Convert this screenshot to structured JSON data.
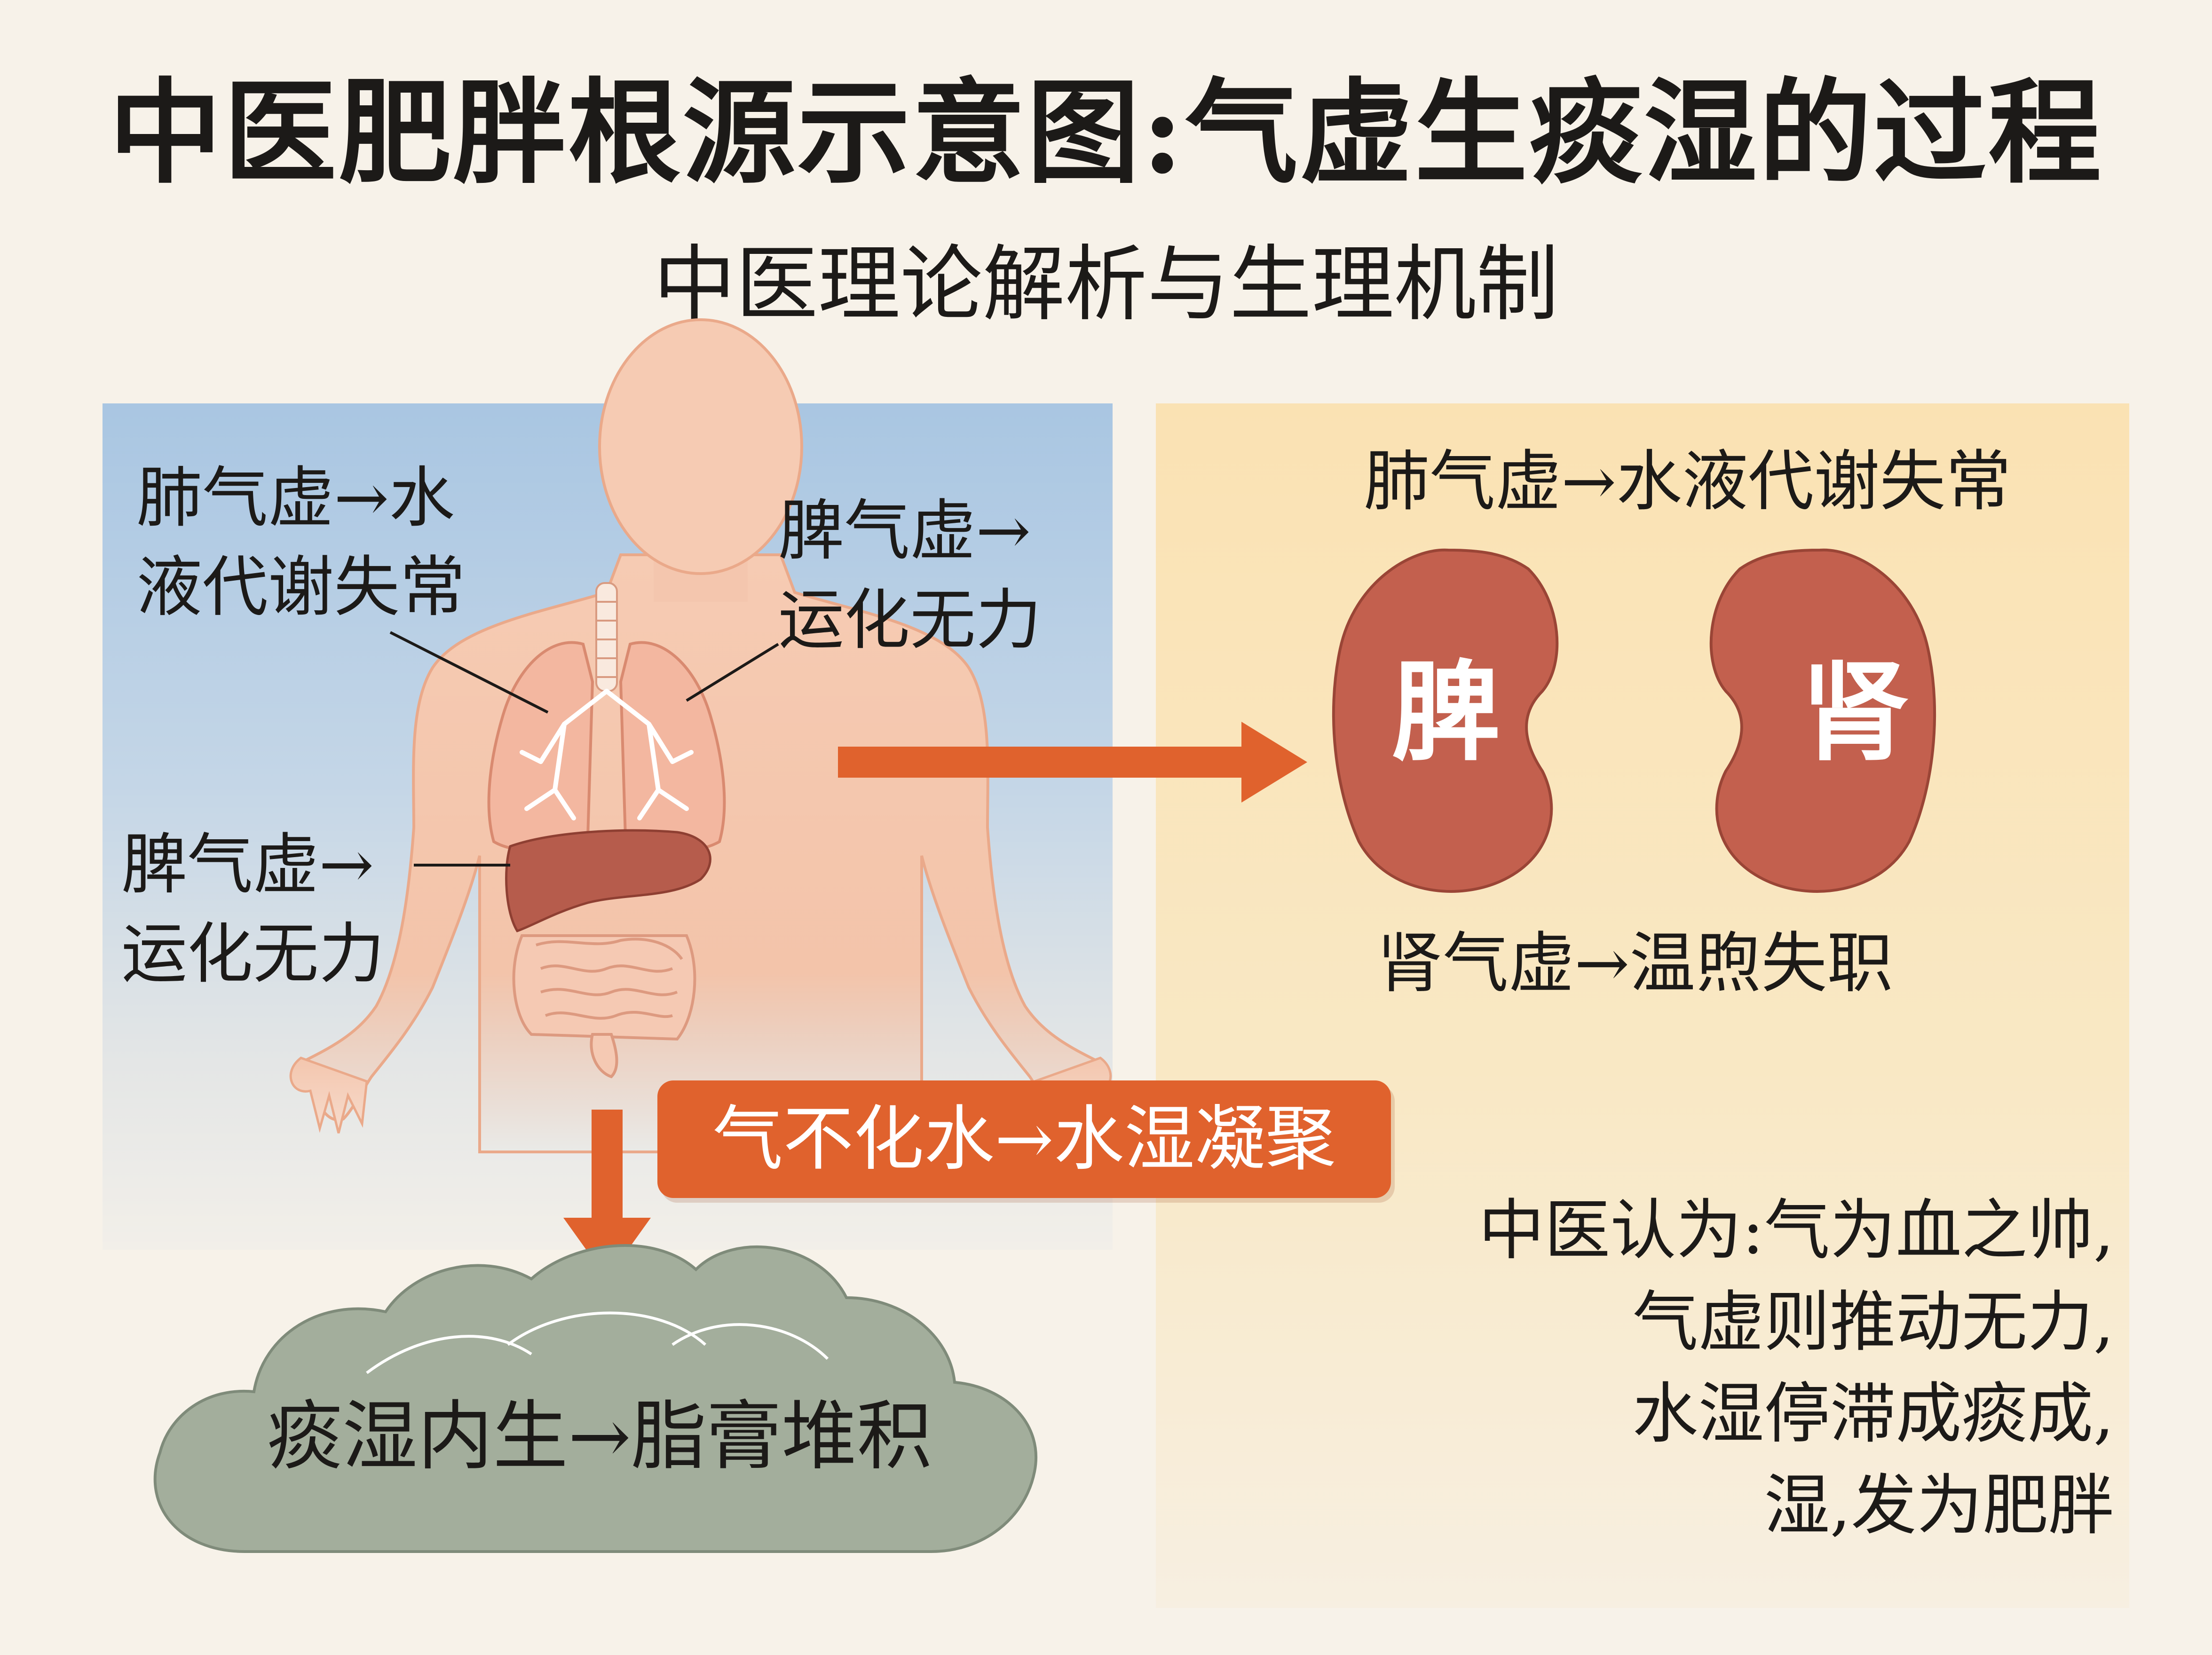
{
  "title": "中医肥胖根源示意图:气虚生痰湿的过程",
  "subtitle": "中医理论解析与生理机制",
  "left_panel": {
    "lung_label_line1": "肺气虚→水",
    "lung_label_line2": "液代谢失常",
    "spleen_top_line1": "脾气虚→",
    "spleen_top_line2": "运化无力",
    "spleen_left_line1": "脾气虚→",
    "spleen_left_line2": "运化无力"
  },
  "right_panel": {
    "top_label": "肺气虚→水液代谢失常",
    "organ_left": "脾",
    "organ_right": "肾",
    "bottom_label": "肾气虚→温煦失职"
  },
  "banner": "气不化水→水湿凝聚",
  "cloud": "痰湿内生→脂膏堆积",
  "note": {
    "line1": "中医认为:气为血之帅,",
    "line2": "气虚则推动无力,",
    "line3": "水湿停滞成痰成,",
    "line4": "湿,发为肥胖"
  },
  "colors": {
    "accent_orange": "#e0622d",
    "organ_red": "#c3604e",
    "cloud_gray": "#a3ae9c",
    "body_skin": "#f4c6ae"
  }
}
